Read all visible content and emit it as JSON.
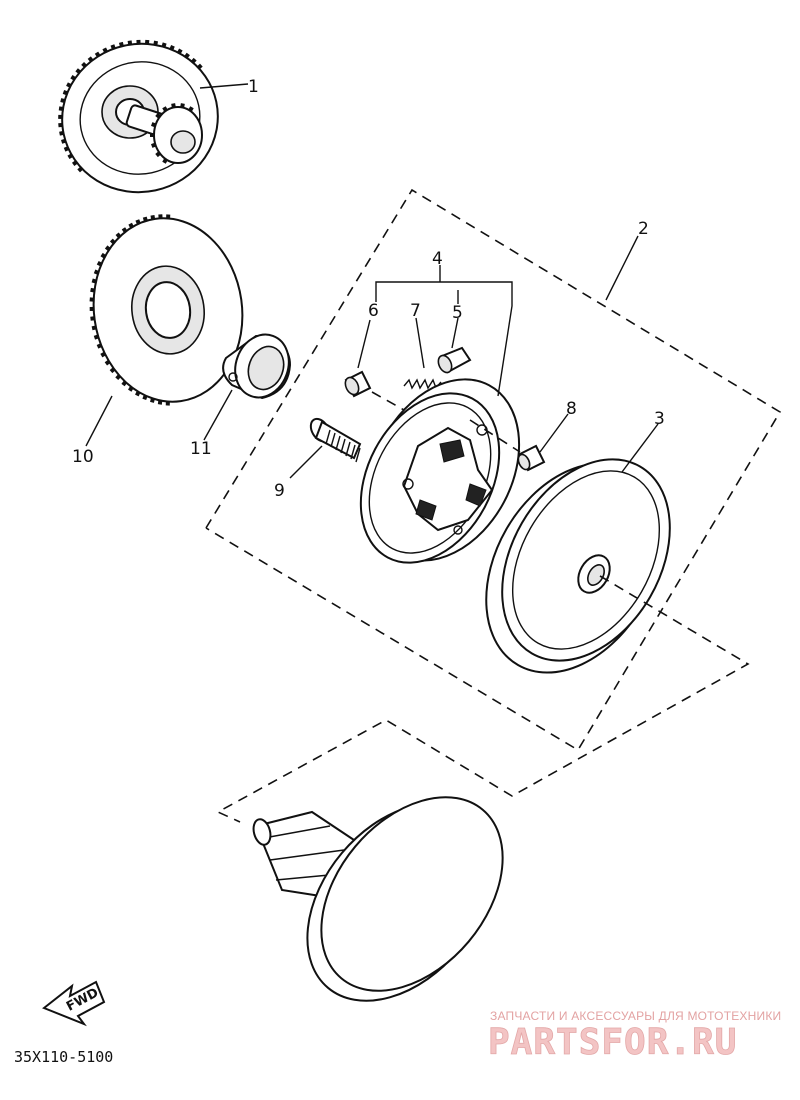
{
  "diagram": {
    "callouts": [
      {
        "id": "1",
        "text": "1"
      },
      {
        "id": "2",
        "text": "2"
      },
      {
        "id": "3",
        "text": "3"
      },
      {
        "id": "4",
        "text": "4"
      },
      {
        "id": "5",
        "text": "5"
      },
      {
        "id": "6",
        "text": "6"
      },
      {
        "id": "7",
        "text": "7"
      },
      {
        "id": "8",
        "text": "8"
      },
      {
        "id": "9",
        "text": "9"
      },
      {
        "id": "10",
        "text": "10"
      },
      {
        "id": "11",
        "text": "11"
      }
    ],
    "diagram_code": "35X110-5100",
    "fwd_label": "FWD"
  },
  "watermark": {
    "caption": "ЗАПЧАСТИ И АКСЕССУАРЫ ДЛЯ МОТОТЕХНИКИ",
    "brand": "PARTSFOR.RU",
    "color": "#e3a2a2"
  }
}
